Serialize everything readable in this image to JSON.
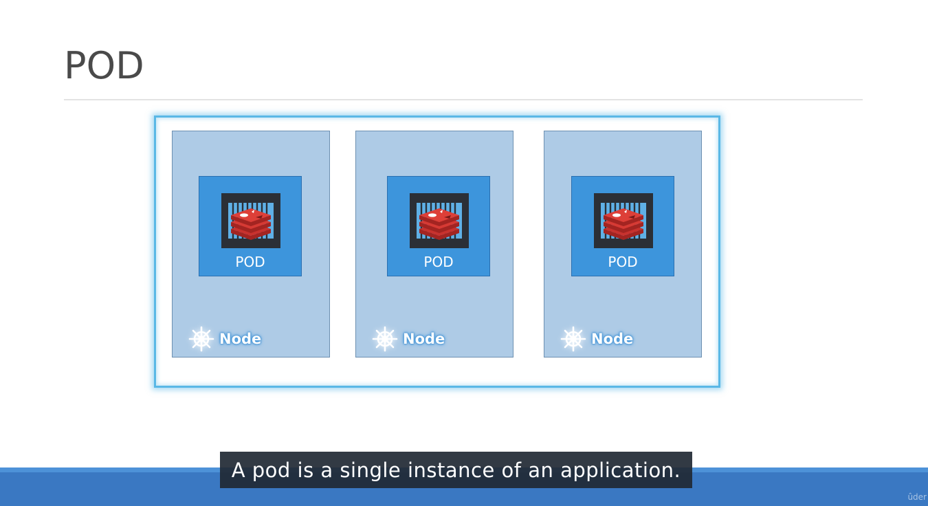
{
  "slide": {
    "title": "POD"
  },
  "nodes": [
    {
      "label": "Node",
      "pod_label": "POD"
    },
    {
      "label": "Node",
      "pod_label": "POD"
    },
    {
      "label": "Node",
      "pod_label": "POD"
    }
  ],
  "icons": {
    "container": "container-icon",
    "app": "redis-icon",
    "node": "kubernetes-helm-icon"
  },
  "colors": {
    "cluster_border": "#5ab8e6",
    "node_fill": "#aecbe6",
    "pod_fill": "#3d95dc",
    "redis_red": "#c8322e",
    "bottom_bar": "#3a78c2"
  },
  "caption": "A pod is a single instance of an application.",
  "watermark": "ûder"
}
